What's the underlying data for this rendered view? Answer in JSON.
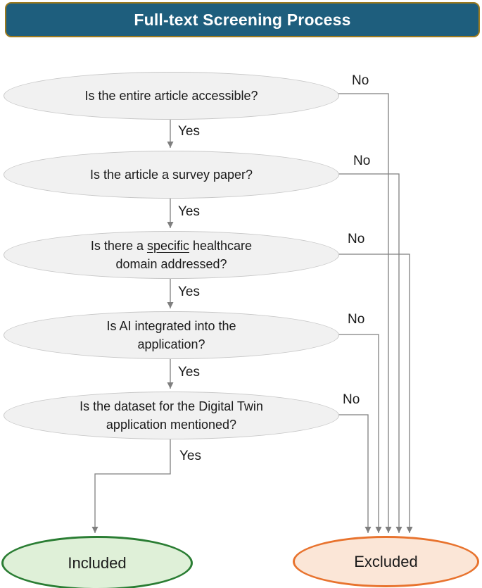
{
  "title": "Full-text Screening Process",
  "nodes": {
    "q1": {
      "text": "Is the entire article accessible?"
    },
    "q2": {
      "text": "Is the article a survey paper?"
    },
    "q3": {
      "line1_pre": "Is there a ",
      "line1_underlined": "specific",
      "line1_post": " healthcare",
      "line2": "domain addressed?"
    },
    "q4": {
      "line1": "Is AI integrated into the",
      "line2": "application?"
    },
    "q5": {
      "line1": "Is the dataset for the Digital Twin",
      "line2": "application mentioned?"
    },
    "included": {
      "label": "Included"
    },
    "excluded": {
      "label": "Excluded"
    }
  },
  "labels": {
    "yes": "Yes",
    "no": "No"
  },
  "colors": {
    "title_bg": "#1E5E7D",
    "title_border": "#9C7A1E",
    "title_text": "#FFFFFF",
    "node_fill": "#F1F1F1",
    "node_border": "#C7C7C7",
    "connector": "#7F7F7F",
    "text": "#1A1A1A",
    "included_fill": "#DFF0D8",
    "included_border": "#2A7D33",
    "excluded_fill": "#FBE6D7",
    "excluded_border": "#E8732E"
  }
}
